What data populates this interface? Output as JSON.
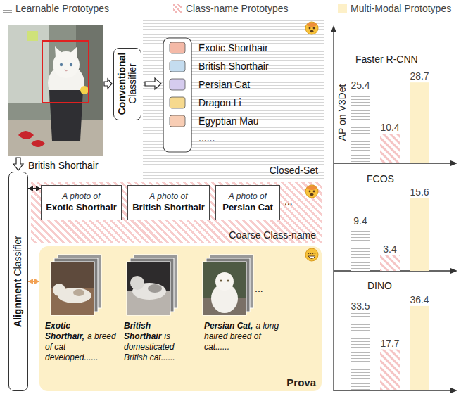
{
  "diagram": {
    "nodes": [
      {
        "text": [
          "Conventional",
          "Classifier"
        ]
      },
      {
        "text": [
          "Closed-Set"
        ]
      },
      {
        "text": [
          "Alignment",
          "Classifier"
        ]
      },
      {
        "text": [
          "Coarse Class-name"
        ]
      },
      {
        "text": [
          "A photo of",
          "Exotic Shorthair"
        ],
        "in": 3
      },
      {
        "text": [
          "A photo of",
          "British Shorthair"
        ],
        "in": 3
      },
      {
        "text": [
          "A photo of",
          "Persian Cat"
        ],
        "in": 3
      },
      {
        "text": [
          "Prova"
        ]
      }
    ],
    "edges": [
      {
        "from": 2,
        "to": 4,
        "arrow": "both"
      },
      {
        "from": 2,
        "to": 7,
        "arrow": "both"
      }
    ],
    "labels": [
      "British Shorthair",
      "Exotic Shorthair",
      "British Shorthair",
      "Persian Cat",
      "Dragon Li",
      "Egyptian Mau",
      "......",
      "...",
      "Exotic Shorthair,",
      "a breed of cat developed......",
      "British Shorthair",
      "is domesticated British cat......",
      "Persian Cat,",
      "a long-haired breed of cat......",
      "...",
      "AP on V3Det",
      "Faster R-CNN",
      "25.4",
      "10.4",
      "28.7",
      "FCOS",
      "9.4",
      "3.4",
      "15.6",
      "DINO",
      "33.5",
      "17.7",
      "36.4"
    ],
    "legend": [
      {
        "text": "Learnable Prototypes"
      },
      {
        "text": "Class-name Prototypes"
      },
      {
        "text": "Multi-Modal Prototypes",
        "color": "#fdf0c8"
      }
    ]
  }
}
